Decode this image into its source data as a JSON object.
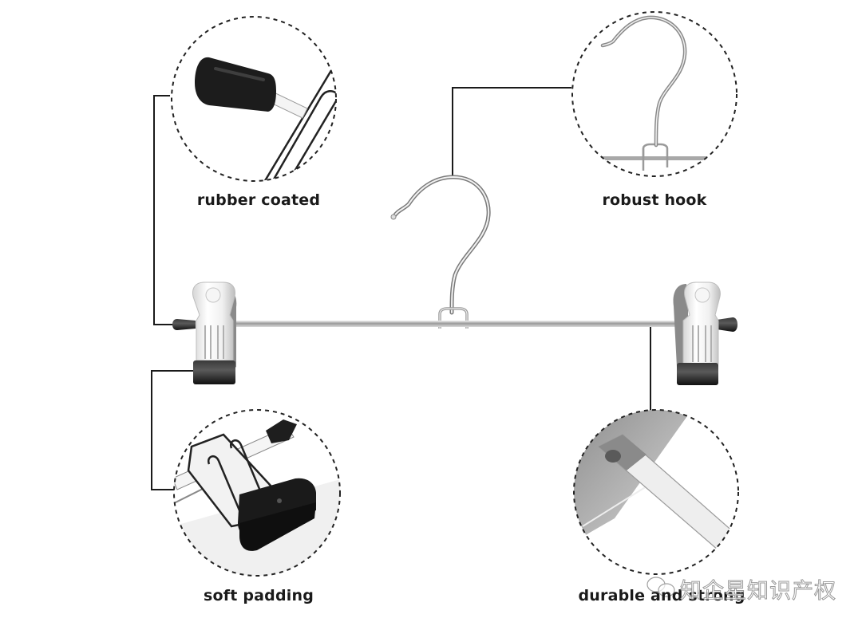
{
  "title": "Clip hanger feature diagram",
  "colors": {
    "background": "#ffffff",
    "connector_line": "#1a1a1a",
    "dashed_circle": "#222222",
    "metal_light": "#e8e8e8",
    "metal_dark": "#8c8c8c",
    "rubber_black": "#1e1e1e",
    "label_text": "#1a1a1a"
  },
  "callouts": [
    {
      "id": "rubber-coated",
      "label": "rubber coated",
      "position": "top-left",
      "points_to": "left rubber end cap"
    },
    {
      "id": "robust-hook",
      "label": "robust hook",
      "position": "top-right",
      "points_to": "hook"
    },
    {
      "id": "soft-padding",
      "label": "soft padding",
      "position": "bottom-left",
      "points_to": "left clip pad"
    },
    {
      "id": "durable-and-strong",
      "label": "durable and strong",
      "position": "bottom-right",
      "points_to": "metal bar"
    }
  ],
  "product": {
    "name": "trouser hanger with clips",
    "parts": [
      "hook",
      "metal bar",
      "left clip",
      "right clip",
      "rubber end caps"
    ]
  },
  "watermark": {
    "icon": "wechat-icon",
    "text": "知企星知识产权"
  }
}
